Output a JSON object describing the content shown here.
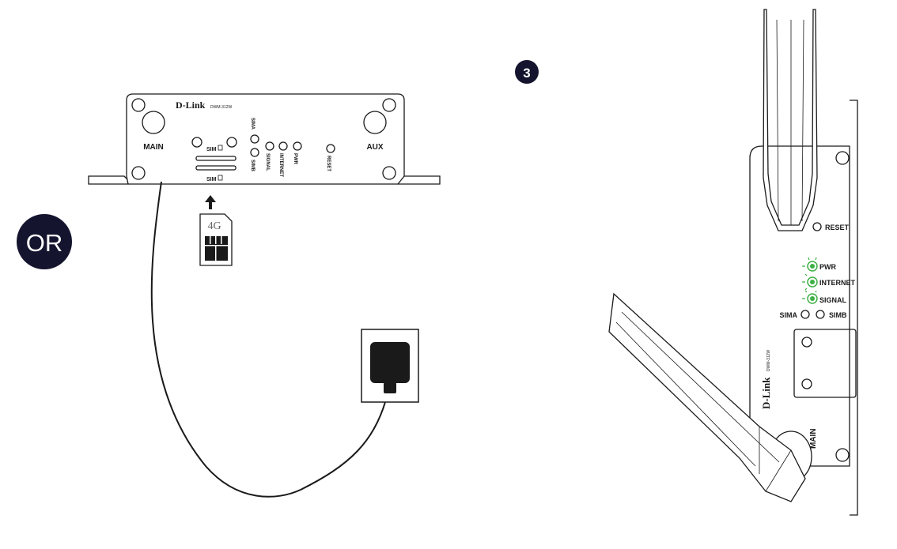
{
  "or_badge": {
    "label": "OR",
    "color": "#14142e"
  },
  "step_badge": {
    "label": "3",
    "color": "#14142e"
  },
  "front_panel": {
    "brand": "D-Link",
    "model": "DWM-312W",
    "ports": {
      "main": "MAIN",
      "aux": "AUX"
    },
    "sim_labels": {
      "sim_a": "SIM",
      "sim_b": "SIM"
    },
    "led_labels": {
      "sima": "SIMA",
      "simb": "SIMB",
      "signal": "SIGNAL",
      "internet": "INTERNET",
      "pwr": "PWR",
      "reset": "RESET"
    }
  },
  "sim_card": {
    "label": "4G"
  },
  "mounted_device": {
    "brand": "D-Link",
    "model": "DWM-312W",
    "labels": {
      "reset": "RESET",
      "pwr": "PWR",
      "internet": "INTERNET",
      "signal": "SIGNAL",
      "sima": "SIMA",
      "simb": "SIMB",
      "main": "MAIN"
    },
    "led_color": "#3cb043"
  }
}
